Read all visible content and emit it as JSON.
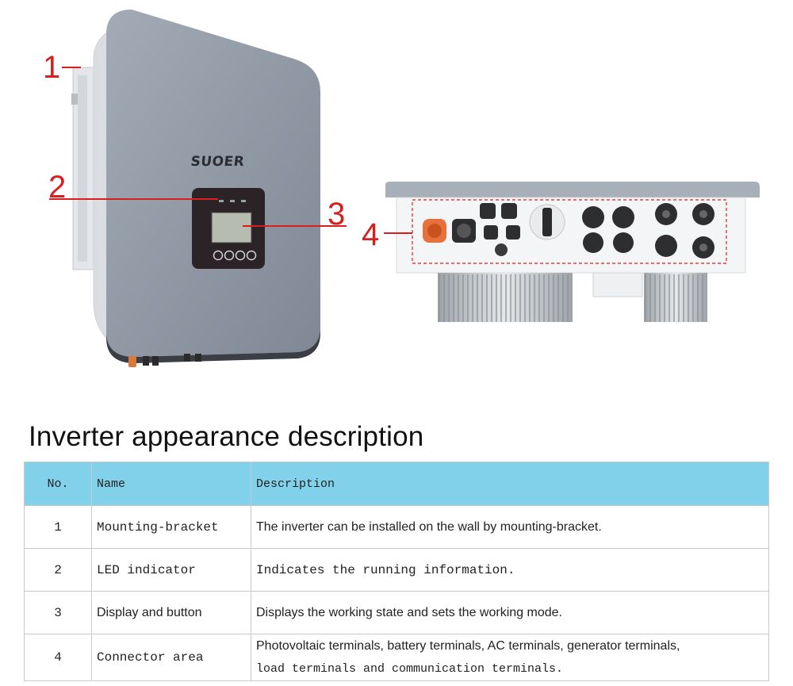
{
  "callouts": {
    "one": "1",
    "two": "2",
    "three": "3",
    "four": "4"
  },
  "illustration": {
    "brand": "SUOER"
  },
  "section_title": "Inverter appearance description",
  "table": {
    "headers": {
      "no": "No.",
      "name": "Name",
      "description": "Description"
    },
    "rows": [
      {
        "no": "1",
        "name": "Mounting-bracket",
        "description": "The inverter can be installed on the wall by mounting-bracket."
      },
      {
        "no": "2",
        "name": "LED indicator",
        "description": "Indicates the running information."
      },
      {
        "no": "3",
        "name": "Display and button",
        "description": "Displays the working state and sets the working mode."
      },
      {
        "no": "4",
        "name": "Connector area",
        "description_line1": "Photovoltaic terminals, battery terminals, AC terminals, generator terminals,",
        "description_line2": "load terminals and communication terminals."
      }
    ]
  },
  "colors": {
    "callout": "#d81e1e",
    "header_bg": "#82d1ea",
    "inverter_body": "#8e97a3",
    "connector": "#e8703c"
  }
}
